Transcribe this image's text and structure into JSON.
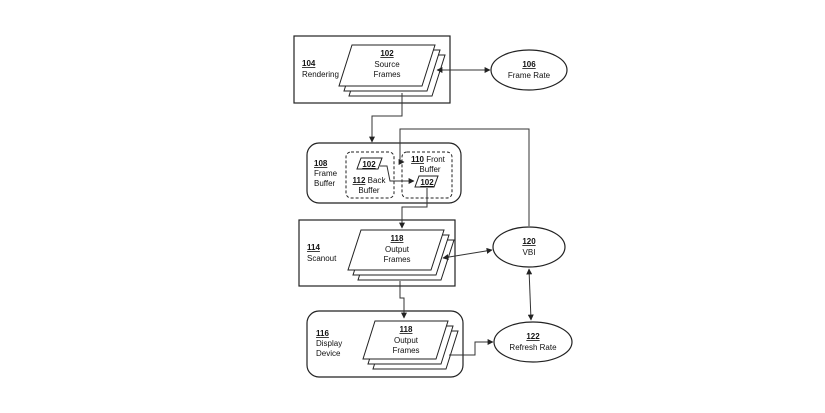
{
  "rendering": {
    "num": "104",
    "label": "Rendering"
  },
  "source_frames": {
    "num": "102",
    "line1": "Source",
    "line2": "Frames"
  },
  "frame_rate": {
    "num": "106",
    "label": "Frame Rate"
  },
  "frame_buffer": {
    "num": "108",
    "line1": "Frame",
    "line2": "Buffer"
  },
  "back_buffer": {
    "num": "112",
    "word1": "Back",
    "line2": "Buffer",
    "frame_num": "102"
  },
  "front_buffer": {
    "num": "110",
    "word1": "Front",
    "line2": "Buffer",
    "frame_num": "102"
  },
  "scanout": {
    "num": "114",
    "label": "Scanout"
  },
  "output_frames_scanout": {
    "num": "118",
    "line1": "Output",
    "line2": "Frames"
  },
  "vbi": {
    "num": "120",
    "label": "VBI"
  },
  "display_device": {
    "num": "116",
    "line1": "Display",
    "line2": "Device"
  },
  "output_frames_display": {
    "num": "118",
    "line1": "Output",
    "line2": "Frames"
  },
  "refresh_rate": {
    "num": "122",
    "label": "Refresh Rate"
  }
}
